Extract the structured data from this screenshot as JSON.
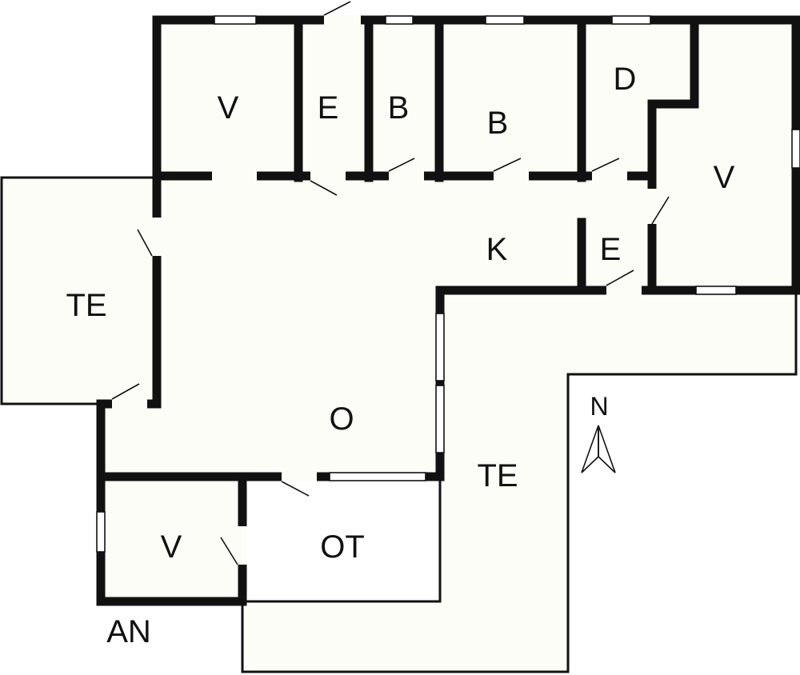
{
  "colors": {
    "floor": "#fdfdf7",
    "wall": "#111111",
    "background": "#ffffff"
  },
  "rooms": {
    "v_nw": "V",
    "e_north": "E",
    "b_small": "B",
    "b_large": "B",
    "d": "D",
    "v_east": "V",
    "k": "K",
    "e_east": "E",
    "te_west": "TE",
    "o": "O",
    "te_south": "TE",
    "v_sw": "V",
    "ot": "OT",
    "an": "AN"
  },
  "compass": {
    "label": "N",
    "icon": "north-arrow-icon"
  }
}
